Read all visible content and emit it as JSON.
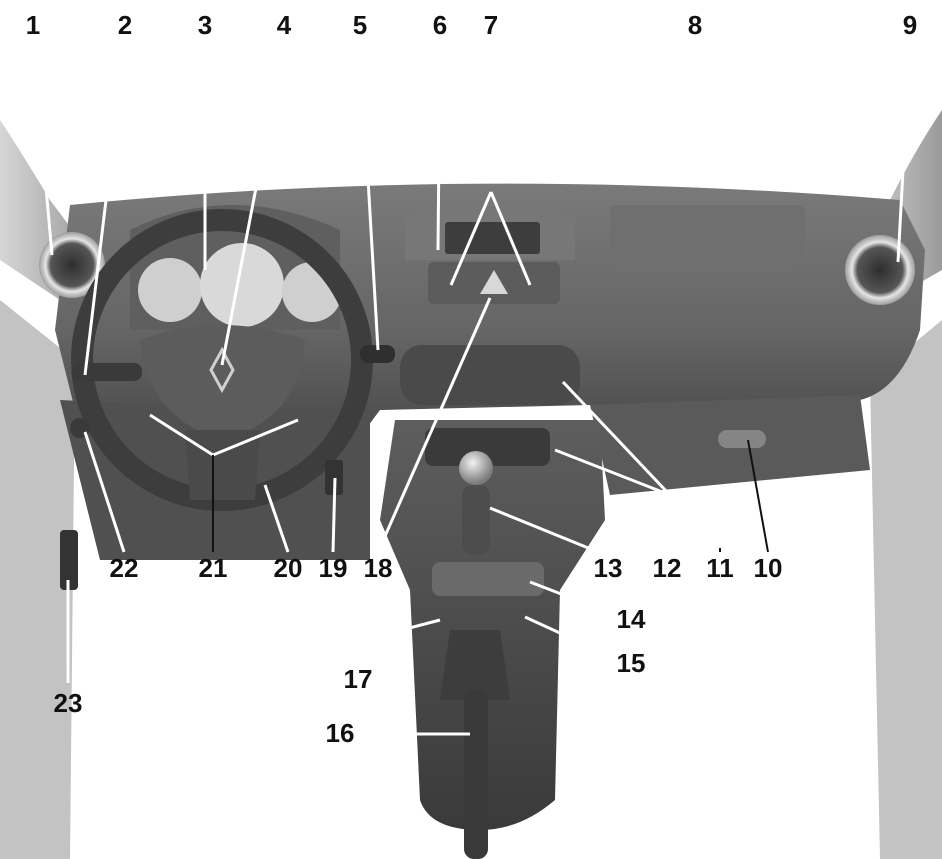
{
  "diagram": {
    "colors": {
      "background": "#ffffff",
      "dash": "#6d6d6d",
      "dash_dark": "#3e3e3e",
      "dash_light": "#8a8a8a",
      "pillar": "#b9b9b9",
      "chrome": "#d9d9d9",
      "leader": "#ffffff",
      "label": "#111111"
    },
    "callouts": [
      {
        "id": "1",
        "label": "1"
      },
      {
        "id": "2",
        "label": "2"
      },
      {
        "id": "3",
        "label": "3"
      },
      {
        "id": "4",
        "label": "4"
      },
      {
        "id": "5",
        "label": "5"
      },
      {
        "id": "6",
        "label": "6"
      },
      {
        "id": "7",
        "label": "7"
      },
      {
        "id": "8",
        "label": "8"
      },
      {
        "id": "9",
        "label": "9"
      },
      {
        "id": "10",
        "label": "10"
      },
      {
        "id": "11",
        "label": "11"
      },
      {
        "id": "12",
        "label": "12"
      },
      {
        "id": "13",
        "label": "13"
      },
      {
        "id": "14",
        "label": "14"
      },
      {
        "id": "15",
        "label": "15"
      },
      {
        "id": "16",
        "label": "16"
      },
      {
        "id": "17",
        "label": "17"
      },
      {
        "id": "18",
        "label": "18"
      },
      {
        "id": "19",
        "label": "19"
      },
      {
        "id": "20",
        "label": "20"
      },
      {
        "id": "21",
        "label": "21"
      },
      {
        "id": "22",
        "label": "22"
      },
      {
        "id": "23",
        "label": "23"
      }
    ]
  }
}
